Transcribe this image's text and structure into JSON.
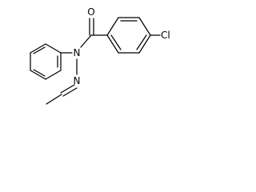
{
  "molecule": {
    "atoms": {
      "oxygen": "O",
      "nitrogen_amide": "N",
      "nitrogen_imine": "N",
      "chlorine": "Cl"
    }
  }
}
